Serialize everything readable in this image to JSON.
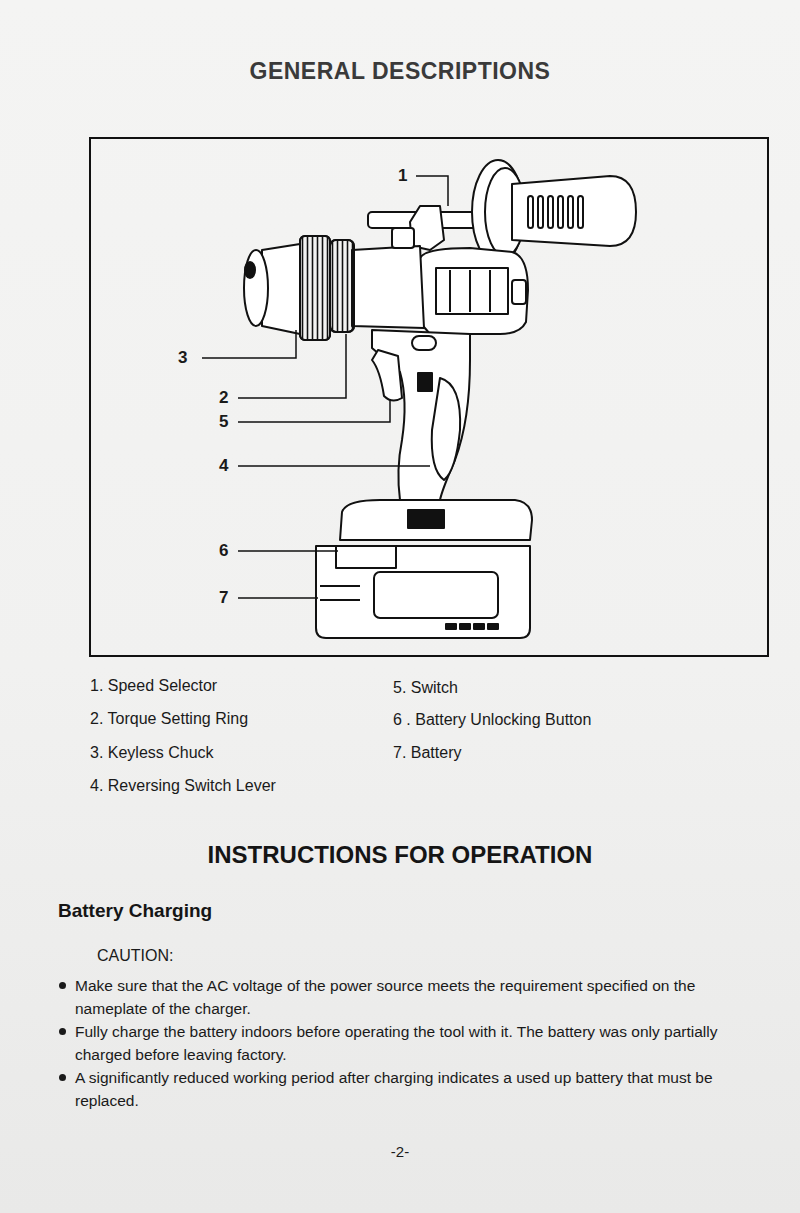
{
  "diagram": {
    "title": "GENERAL DESCRIPTIONS",
    "labels": [
      "1",
      "3",
      "2",
      "5",
      "4",
      "6",
      "7",
      "1. Speed Selector",
      "2. Torque Setting Ring",
      "3. Keyless Chuck",
      "4. Reversing Switch Lever",
      "5. Switch",
      "6 . Battery Unlocking Button",
      "7. Battery",
      "INSTRUCTIONS FOR OPERATION",
      "Battery Charging",
      "CAUTION:",
      "Make sure that the AC voltage of the power source meets the requirement specified on the nameplate of the charger.",
      "Fully charge the battery indoors before operating the tool with it. The battery was only partially charged before leaving factory.",
      "A significantly reduced working period after charging indicates a used up battery that must be replaced.",
      "-2-"
    ]
  }
}
